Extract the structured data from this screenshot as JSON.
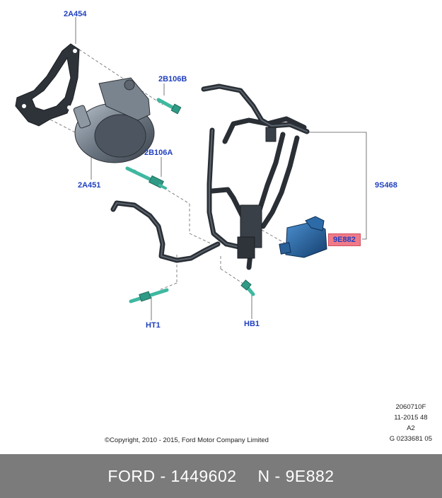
{
  "callouts": {
    "c_2A454": "2A454",
    "c_2B106B": "2B106B",
    "c_2B106A": "2B106A",
    "c_2A451": "2A451",
    "c_9S468": "9S468",
    "c_9E882": "9E882",
    "c_HT1": "HT1",
    "c_HB1": "HB1"
  },
  "stamp": {
    "line1": "2060710F",
    "line2": "11-2015 48",
    "line3": "A2",
    "line4": "G 0233681 05"
  },
  "copyright": "©Copyright, 2010 - 2015, Ford Motor Company Limited",
  "footer": {
    "part_number": "FORD - 1449602",
    "reference": "N - 9E882"
  },
  "colors": {
    "callout_text": "#1f3fbf",
    "highlight": "#f07a88",
    "part_blue": "#1f5f9f",
    "bolt_green": "#3fb8a0",
    "footer_bg": "#7b7b7b"
  }
}
